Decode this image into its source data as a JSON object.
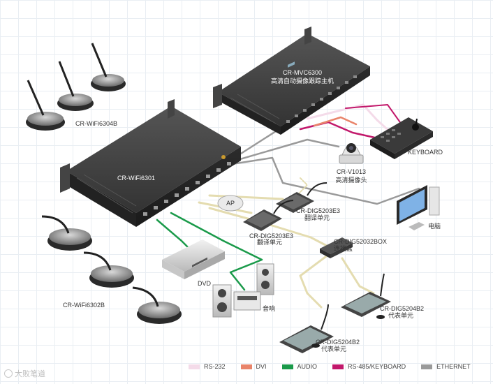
{
  "devices": {
    "wifi6301": "CR-WiFi6301",
    "mvc6300_model": "CR-MVC6300",
    "mvc6300_desc": "高清自动摄像跟踪主机",
    "wifi6304b": "CR-WiFi6304B",
    "wifi6302b": "CR-WiFi6302B",
    "keyboard": "KEYBOARD",
    "camera_model": "CR-V1013",
    "camera_desc": "高清摄像头",
    "computer": "电脑",
    "ap": "AP",
    "dvd": "DVD",
    "speaker": "音响",
    "interp_a_model": "CR-DIG5203E3",
    "interp_a_desc": "翻译单元",
    "interp_b_model": "CR-DIG5203E3",
    "interp_b_desc": "翻译单元",
    "box_model": "CR-DIG52032BOX",
    "box_desc": "连接盒",
    "delegate_a_model": "CR-DIG5204B2",
    "delegate_a_desc": "代表单元",
    "delegate_b_model": "CR-DIG5204B2",
    "delegate_b_desc": "代表单元"
  },
  "legend": [
    {
      "label": "RS-232",
      "color": "#f4dbe9"
    },
    {
      "label": "DVI",
      "color": "#e9846a"
    },
    {
      "label": "AUDIO",
      "color": "#1a9a4a"
    },
    {
      "label": "RS-485/KEYBOARD",
      "color": "#c2186b"
    },
    {
      "label": "ETHERNET",
      "color": "#9a9a9a"
    }
  ],
  "watermark": "大败笔道",
  "colors": {
    "rack": "#3a3a3a",
    "rack_top": "#4b4b4b",
    "cable_yellow": "#e4dcb0",
    "cable_grey": "#9a9a9a",
    "cable_green": "#1a9a4a",
    "cable_magenta": "#c2186b"
  }
}
